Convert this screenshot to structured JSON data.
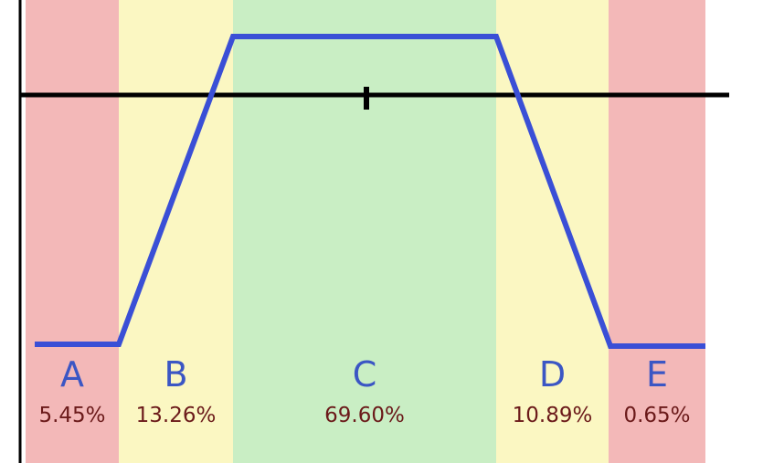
{
  "chart_data": {
    "type": "area",
    "title": "",
    "xlabel": "",
    "ylabel": "",
    "grid": false,
    "zones": [
      {
        "label": "A",
        "percent": "5.45%",
        "color": "#f3b8b8"
      },
      {
        "label": "B",
        "percent": "13.26%",
        "color": "#fbf7c2"
      },
      {
        "label": "C",
        "percent": "69.60%",
        "color": "#c9eec4"
      },
      {
        "label": "D",
        "percent": "10.89%",
        "color": "#fbf7c2"
      },
      {
        "label": "E",
        "percent": "0.65%",
        "color": "#f3b8b8"
      }
    ],
    "trapezoid_color": "#3a4fd6",
    "axis_color": "#000000"
  }
}
